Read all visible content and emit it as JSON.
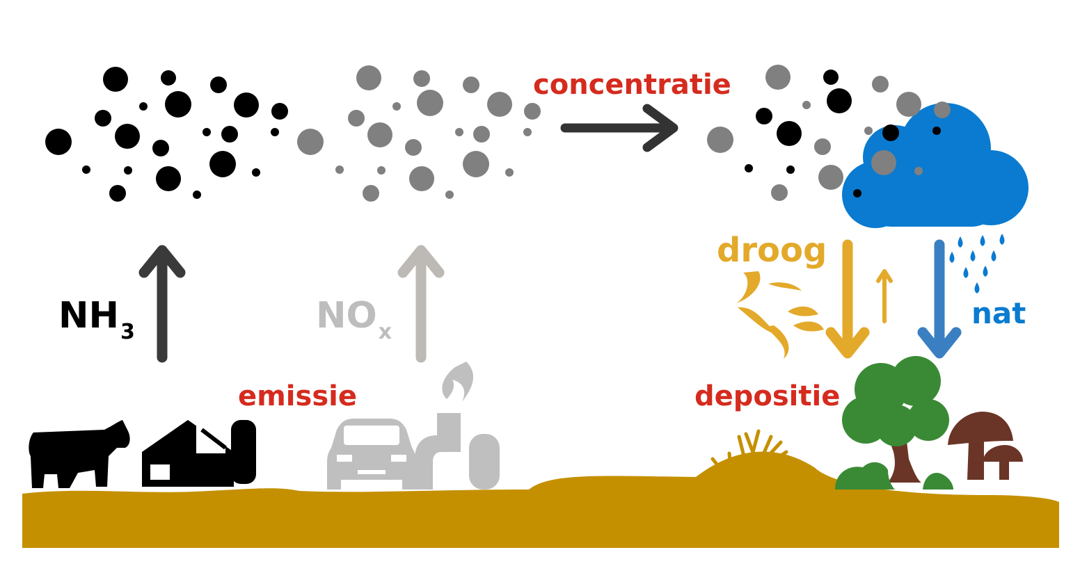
{
  "labels": {
    "concentration": "concentratie",
    "emission": "emissie",
    "deposition": "depositie",
    "dry": "droog",
    "wet": "nat"
  },
  "species": {
    "ammonia": {
      "main": "NH",
      "sub": "3"
    },
    "nitrogen_oxides": {
      "main": "NO",
      "sub": "x"
    }
  },
  "colors": {
    "label_red": "#d52b1e",
    "ammonia": "#000000",
    "nitrogen_oxides": "#808080",
    "nitrogen_oxides_label": "#bdbdbd",
    "dry": "#e3a92a",
    "wet": "#0a7bd0",
    "cloud": "#0a7bd0",
    "soil": "#c49000",
    "tree": "#3a8a35",
    "trunk": "#6a3527",
    "mushroom": "#6a3527"
  },
  "icons": {
    "livestock": "cow-icon",
    "farm": "farm-barn-icon",
    "traffic": "car-icon",
    "industry": "factory-icon",
    "weather": "rain-cloud-icon",
    "nature": "tree-icon",
    "fungi": "mushroom-icon",
    "vegetation": "grass-tuft-icon",
    "airflow": "wind-leaf-icon"
  }
}
